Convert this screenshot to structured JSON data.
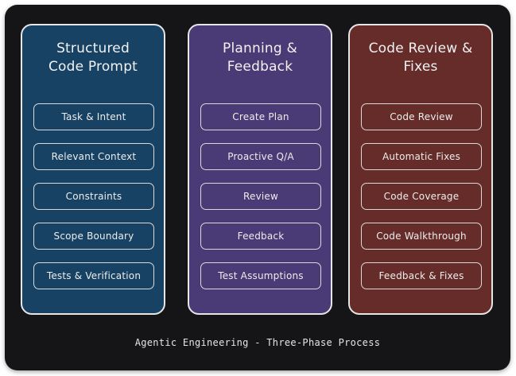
{
  "colors": {
    "background": "#151517",
    "phase1": "#174264",
    "phase2": "#4a3a75",
    "phase3": "#652c29",
    "border": "#e6e6e6",
    "text": "#f2f2f2"
  },
  "phases": [
    {
      "title_line1": "Structured",
      "title_line2": "Code Prompt",
      "items": [
        "Task & Intent",
        "Relevant Context",
        "Constraints",
        "Scope Boundary",
        "Tests & Verification"
      ]
    },
    {
      "title_line1": "Planning &",
      "title_line2": "Feedback",
      "items": [
        "Create Plan",
        "Proactive Q/A",
        "Review",
        "Feedback",
        "Test Assumptions"
      ]
    },
    {
      "title_line1": "Code Review &",
      "title_line2": "Fixes",
      "items": [
        "Code Review",
        "Automatic Fixes",
        "Code Coverage",
        "Code Walkthrough",
        "Feedback & Fixes"
      ]
    }
  ],
  "footer": "Agentic Engineering - Three-Phase Process"
}
